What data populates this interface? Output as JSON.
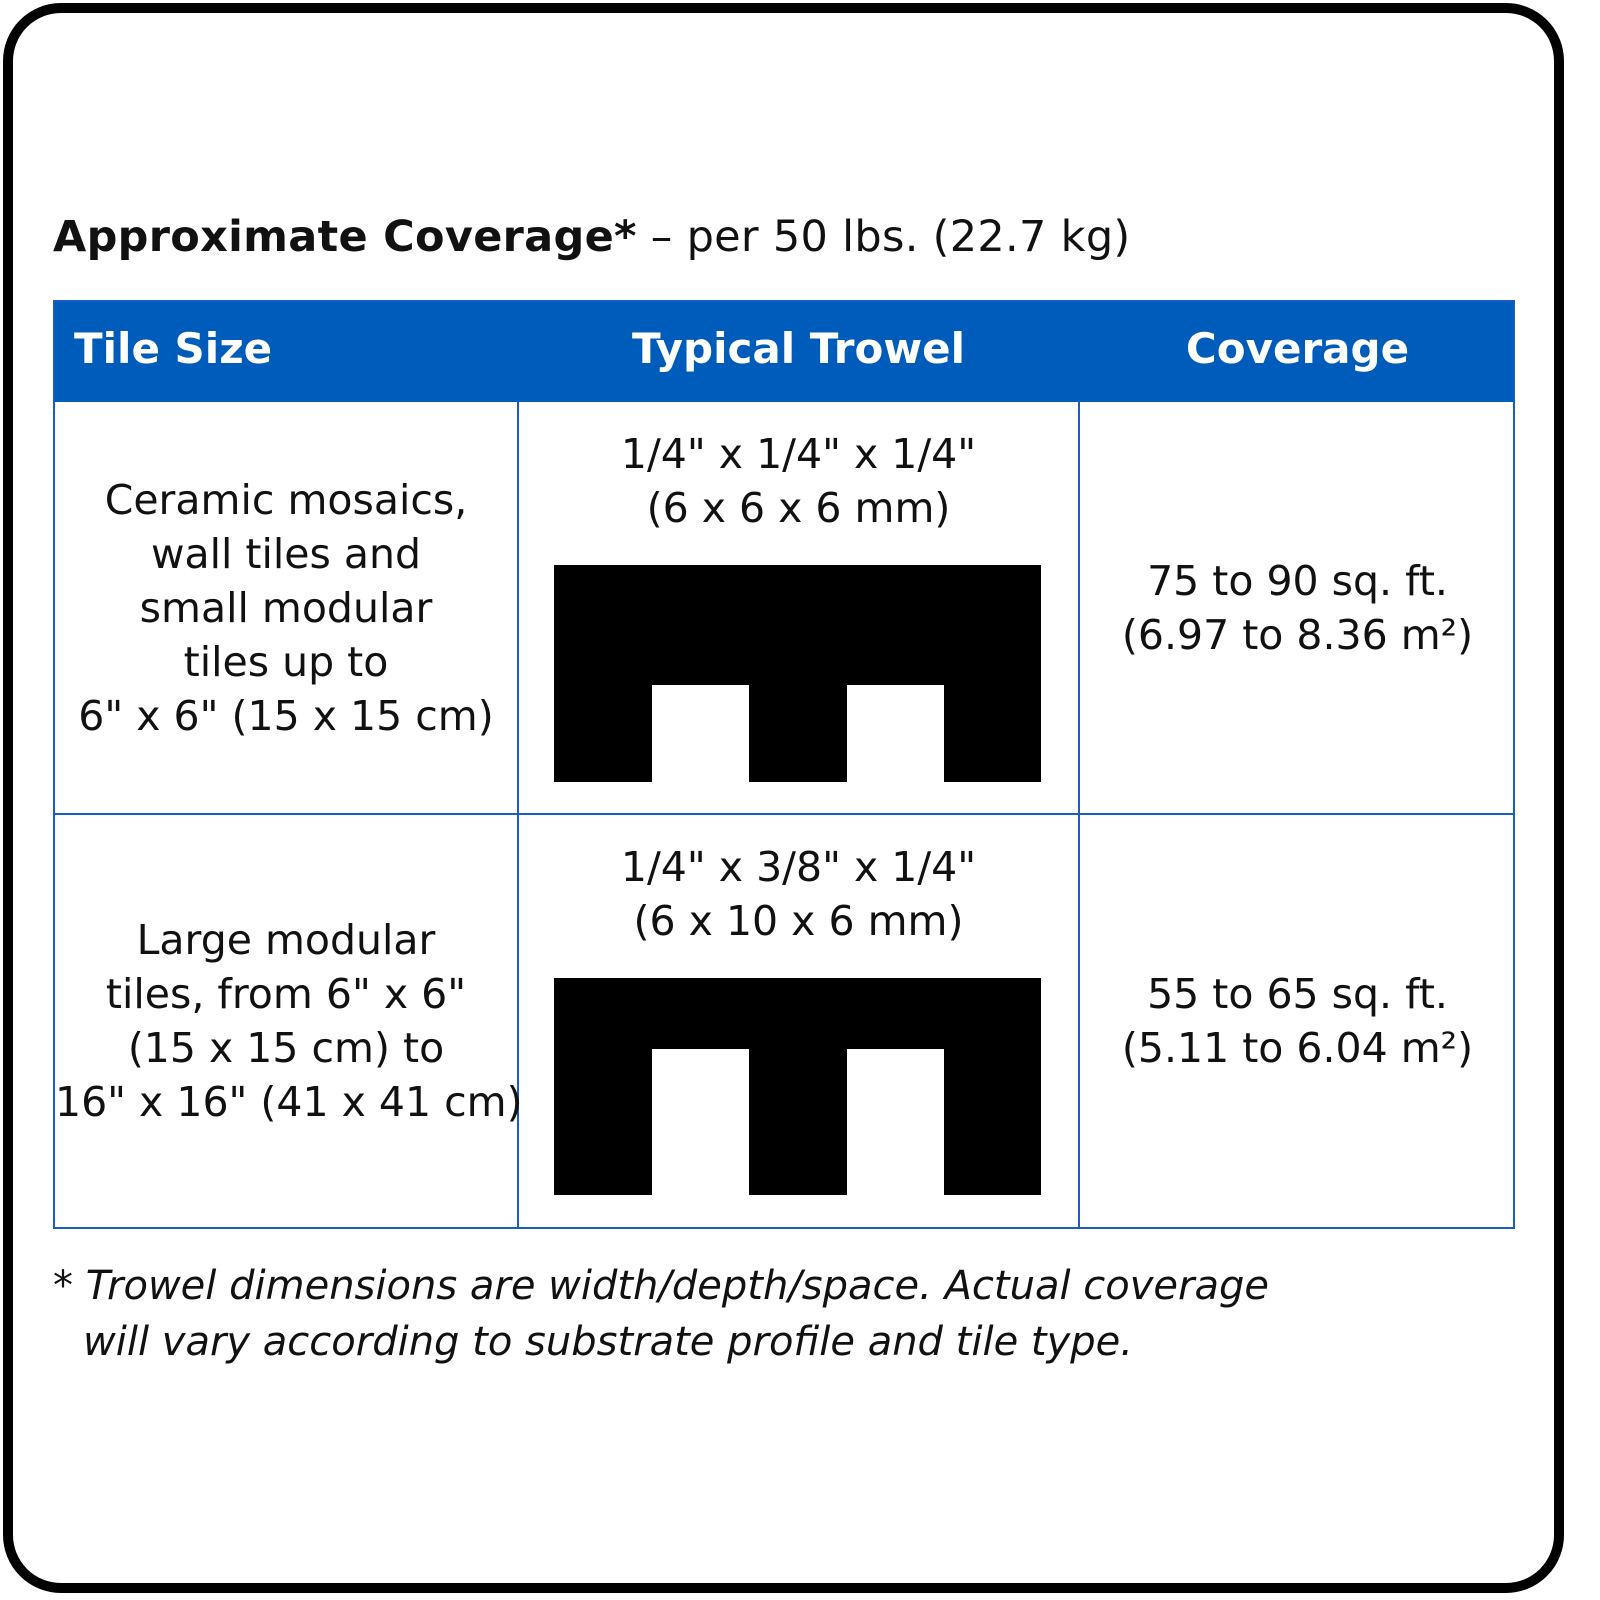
{
  "title": {
    "bold": "Approximate Coverage*",
    "rest": " – per 50 lbs. (22.7 kg)"
  },
  "table": {
    "headers": [
      "Tile Size",
      "Typical Trowel",
      "Coverage"
    ],
    "rows": [
      {
        "tile_size": [
          "Ceramic mosaics,",
          "wall tiles and",
          "small modular",
          "tiles up to",
          "6\" x 6\" (15 x 15 cm)"
        ],
        "trowel": [
          "1/4\" x 1/4\" x 1/4\"",
          "(6 x 6 x 6 mm)"
        ],
        "coverage": [
          "75 to 90 sq. ft.",
          "(6.97 to 8.36 m²)"
        ]
      },
      {
        "tile_size": [
          "Large modular",
          "tiles, from 6\" x 6\"",
          "(15 x 15 cm) to",
          "16\" x 16\" (41 x 41 cm)"
        ],
        "trowel": [
          "1/4\" x 3/8\" x 1/4\"",
          "(6 x 10 x 6 mm)"
        ],
        "coverage": [
          "55 to 65 sq. ft.",
          "(5.11 to 6.04 m²)"
        ]
      }
    ]
  },
  "footnote": [
    "* Trowel dimensions are width/depth/space. Actual coverage",
    "will vary according to substrate profile and tile type."
  ],
  "colors": {
    "header_bg": "#005cbb",
    "border": "#1a5fbf"
  }
}
